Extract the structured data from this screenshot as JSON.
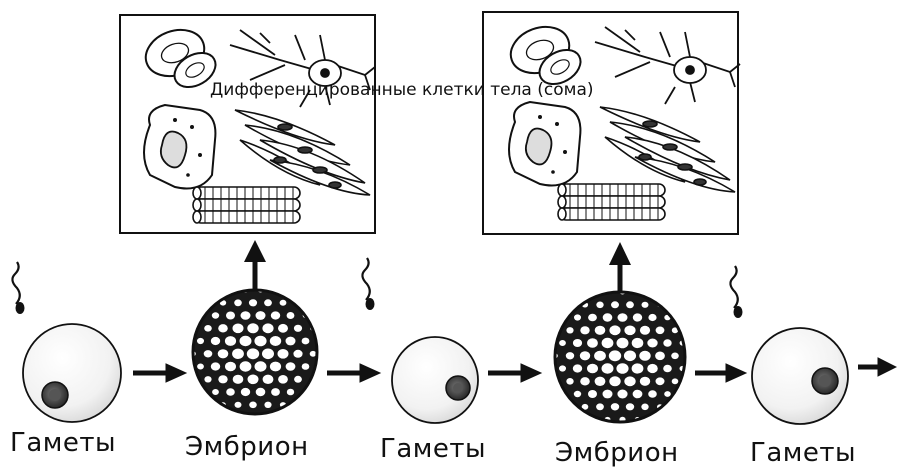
{
  "caption": "Дифференцированные клетки тела (сома)",
  "stages": [
    {
      "kind": "gamete",
      "label": "Гаметы"
    },
    {
      "kind": "embryo",
      "label": "Эмбрион"
    },
    {
      "kind": "gamete",
      "label": "Гаметы"
    },
    {
      "kind": "embryo",
      "label": "Эмбрион"
    },
    {
      "kind": "gamete",
      "label": "Гаметы"
    }
  ],
  "panels": [
    {
      "cell_types": [
        "red-blood-cell",
        "neuron",
        "epithelial-cell",
        "smooth-muscle-cells",
        "muscle-fibers"
      ]
    },
    {
      "cell_types": [
        "red-blood-cell",
        "neuron",
        "epithelial-cell",
        "smooth-muscle-cells",
        "muscle-fibers"
      ]
    }
  ]
}
